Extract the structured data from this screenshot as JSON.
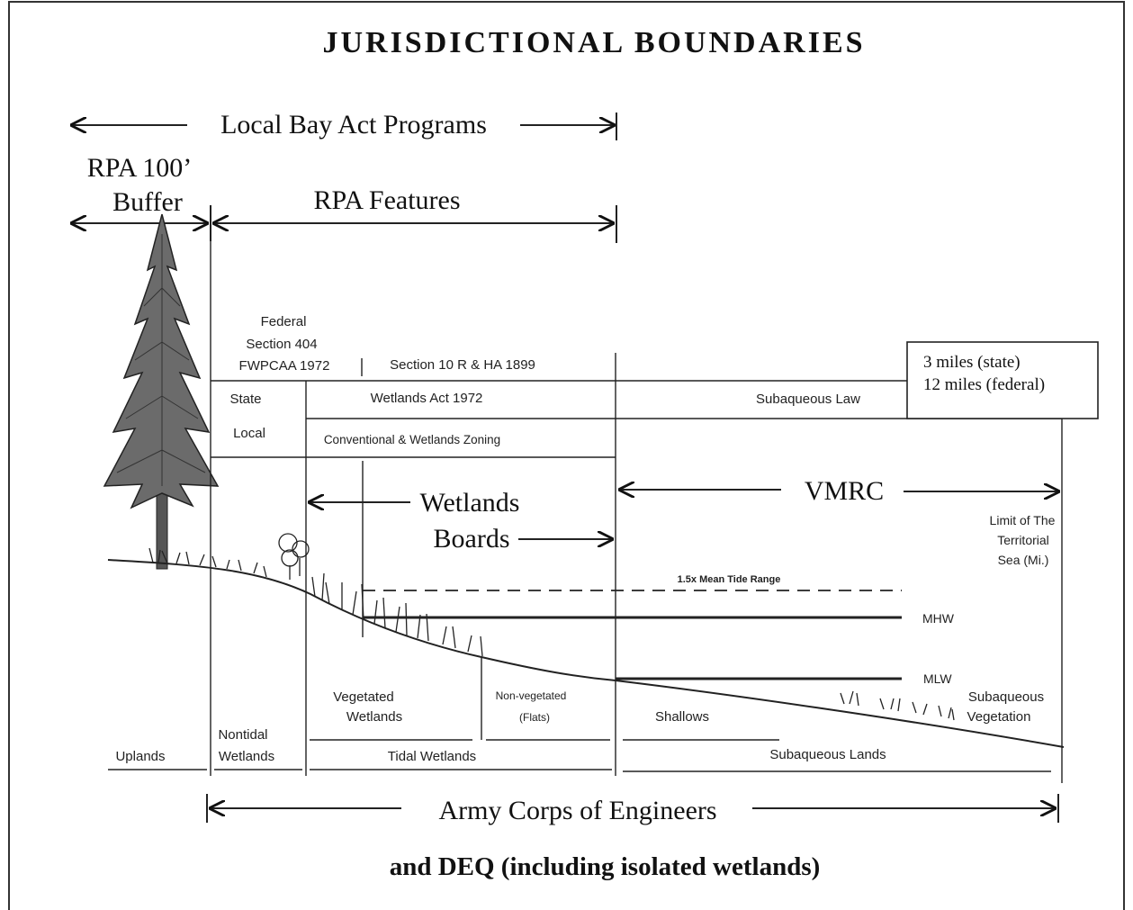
{
  "title": "Jurisdictional Boundaries",
  "top_arrows": {
    "local_bay_act": "Local Bay Act Programs",
    "rpa_buffer_line1": "RPA 100’",
    "rpa_buffer_line2": "Buffer",
    "rpa_features": "RPA Features"
  },
  "table": {
    "federal_line1": "Federal",
    "federal_line2": "Section 404",
    "federal_line3": "FWPCAA 1972",
    "section10": "Section 10 R & HA 1899",
    "offshore_line1": "3 miles (state)",
    "offshore_line2": "12 miles (federal)",
    "state": "State",
    "wetlands_act": "Wetlands Act 1972",
    "subaqueous_law": "Subaqueous Law",
    "local": "Local",
    "zoning": "Conventional & Wetlands Zoning"
  },
  "agencies": {
    "wetlands_boards_line1": "Wetlands",
    "wetlands_boards_line2": "Boards",
    "vmrc": "VMRC",
    "territorial_line1": "Limit of The",
    "territorial_line2": "Territorial",
    "territorial_line3": "Sea (Mi.)"
  },
  "tide_lines": {
    "mean_tide": "1.5x Mean Tide Range",
    "mhw": "MHW",
    "mlw": "MLW"
  },
  "zones": {
    "uplands": "Uplands",
    "nontidal_line1": "Nontidal",
    "nontidal_line2": "Wetlands",
    "vegetated_line1": "Vegetated",
    "vegetated_line2": "Wetlands",
    "nonvegetated_line1": "Non-vegetated",
    "nonvegetated_line2": "(Flats)",
    "tidal_wetlands": "Tidal Wetlands",
    "shallows": "Shallows",
    "subaqueous_lands": "Subaqueous Lands",
    "subaqueous_veg_line1": "Subaqueous",
    "subaqueous_veg_line2": "Vegetation"
  },
  "bottom": {
    "army_corps": "Army Corps of Engineers",
    "deq": "and DEQ (including isolated wetlands)"
  }
}
